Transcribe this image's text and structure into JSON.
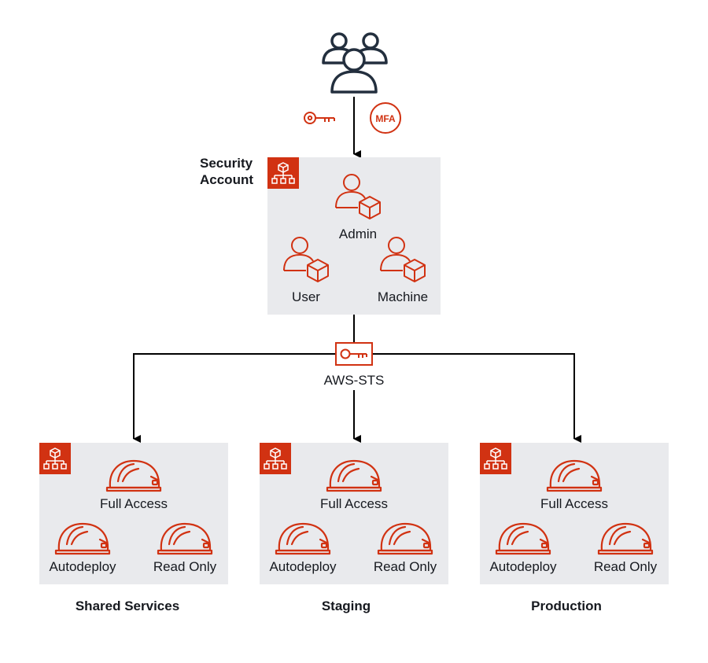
{
  "colors": {
    "accent": "#d13212",
    "ink": "#232f3e",
    "box": "#e9eaed",
    "line": "#000000"
  },
  "icons": {
    "users": "users-group-icon",
    "key": "key-icon",
    "mfa": "mfa-token-icon",
    "account": "organization-account-icon",
    "iam_user": "iam-user-icon",
    "sts": "aws-sts-icon",
    "role": "iam-role-helmet-icon"
  },
  "mfa_text": "MFA",
  "security": {
    "title_line1": "Security",
    "title_line2": "Account",
    "admin": "Admin",
    "user": "User",
    "machine": "Machine"
  },
  "sts_label": "AWS-STS",
  "accounts": [
    {
      "name": "Shared Services",
      "full": "Full Access",
      "auto": "Autodeploy",
      "ro": "Read Only"
    },
    {
      "name": "Staging",
      "full": "Full Access",
      "auto": "Autodeploy",
      "ro": "Read Only"
    },
    {
      "name": "Production",
      "full": "Full Access",
      "auto": "Autodeploy",
      "ro": "Read Only"
    }
  ]
}
